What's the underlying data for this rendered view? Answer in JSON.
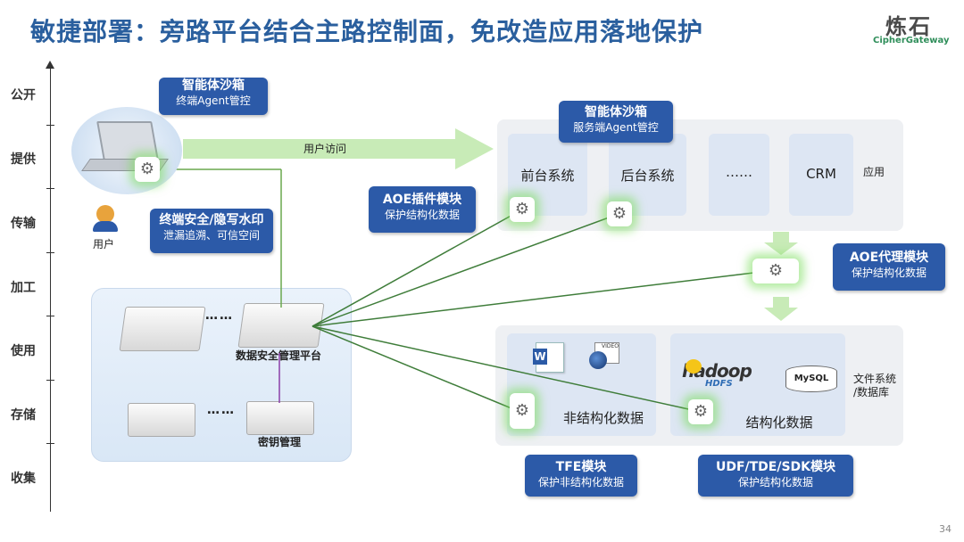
{
  "title": "敏捷部署：旁路平台结合主路控制面，免改造应用落地保护",
  "logo": {
    "cn": "炼石",
    "en": "CipherGateway"
  },
  "stages": [
    "公开",
    "提供",
    "传输",
    "加工",
    "使用",
    "存储",
    "收集"
  ],
  "user": {
    "label": "用户",
    "flow": "用户访问"
  },
  "callouts": {
    "terminal_sandbox": {
      "title": "智能体沙箱",
      "sub": "终端Agent管控"
    },
    "terminal_security": {
      "title": "终端安全/隐写水印",
      "sub": "泄漏追溯、可信空间"
    },
    "server_sandbox": {
      "title": "智能体沙箱",
      "sub": "服务端Agent管控"
    },
    "aoe_plugin": {
      "title": "AOE插件模块",
      "sub": "保护结构化数据"
    },
    "aoe_proxy": {
      "title": "AOE代理模块",
      "sub": "保护结构化数据"
    },
    "tfe": {
      "title": "TFE模块",
      "sub": "保护非结构化数据"
    },
    "udf": {
      "title": "UDF/TDE/SDK模块",
      "sub": "保护结构化数据"
    }
  },
  "app_layer": {
    "label": "应用",
    "tiles": [
      "前台系统",
      "后台系统",
      "……",
      "CRM"
    ]
  },
  "storage_layer": {
    "label_line1": "文件系统",
    "label_line2": "/数据库",
    "unstructured": "非结构化数据",
    "structured": "结构化数据",
    "hadoop": "hadoop",
    "hdfs": "HDFS",
    "mysql": "MySQL",
    "video": "VIDEO"
  },
  "mgmt": {
    "platform": "数据安全管理平台",
    "keys": "密钥管理",
    "dots": "……"
  },
  "page_number": "34"
}
